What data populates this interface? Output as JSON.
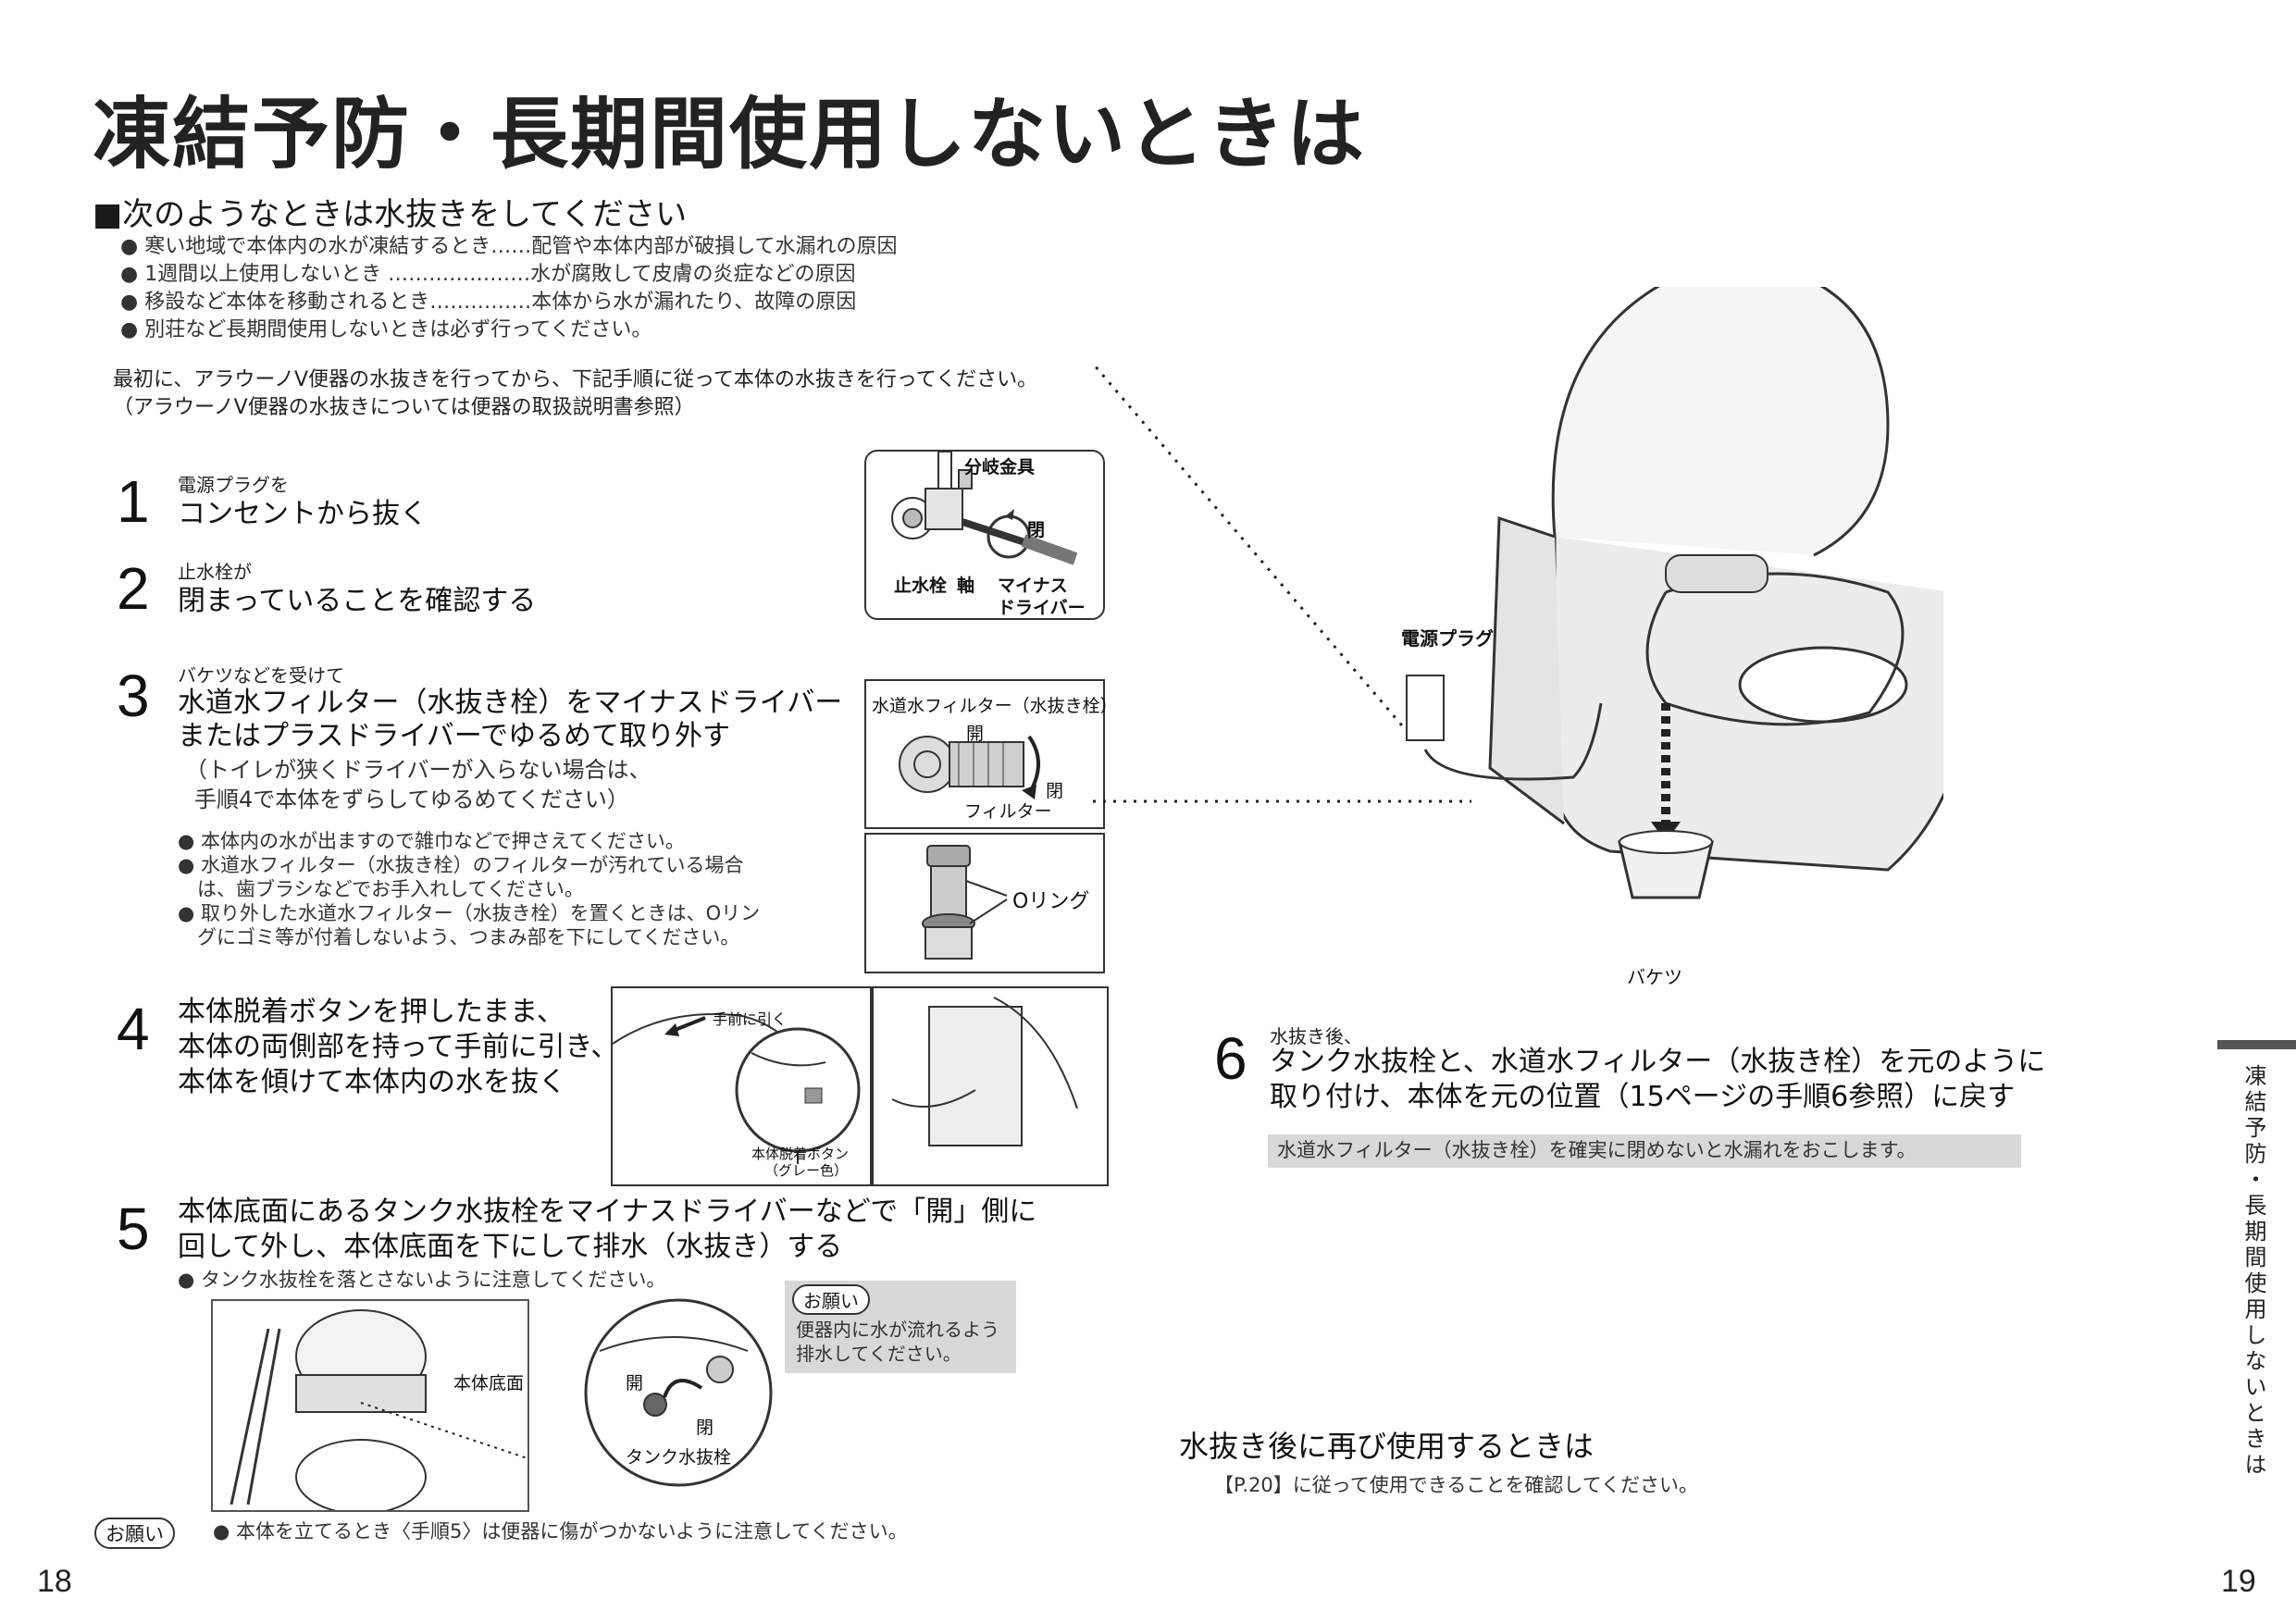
{
  "title": "凍結予防・長期間使用しないときは",
  "section_heading": "■次のようなときは水抜きをしてください",
  "conditions": [
    "● 寒い地域で本体内の水が凍結するとき……配管や本体内部が破損して水漏れの原因",
    "● 1週間以上使用しないとき …………………水が腐敗して皮膚の炎症などの原因",
    "● 移設など本体を移動されるとき……………本体から水が漏れたり、故障の原因",
    "● 別荘など長期間使用しないときは必ず行ってください。"
  ],
  "intro": [
    "最初に、アラウーノV便器の水抜きを行ってから、下記手順に従って本体の水抜きを行ってください。",
    "（アラウーノV便器の水抜きについては便器の取扱説明書参照）"
  ],
  "steps": {
    "s1": {
      "num": "1",
      "small": "電源プラグを",
      "main": "コンセントから抜く"
    },
    "s2": {
      "num": "2",
      "small": "止水栓が",
      "main": "閉まっていることを確認する"
    },
    "s3": {
      "num": "3",
      "small": "バケツなどを受けて",
      "main1": "水道水フィルター（水抜き栓）をマイナスドライバー",
      "main2": "またはプラスドライバーでゆるめて取り外す",
      "paren1": "（トイレが狭くドライバーが入らない場合は、",
      "paren2": "手順4で本体をずらしてゆるめてください）",
      "notes": [
        "● 本体内の水が出ますので雑巾などで押さえてください。",
        "● 水道水フィルター（水抜き栓）のフィルターが汚れている場合",
        "　は、歯ブラシなどでお手入れしてください。",
        "● 取り外した水道水フィルター（水抜き栓）を置くときは、Oリン",
        "　グにゴミ等が付着しないよう、つまみ部を下にしてください。"
      ]
    },
    "s4": {
      "num": "4",
      "main": [
        "本体脱着ボタンを押したまま、",
        "本体の両側部を持って手前に引き、",
        "本体を傾けて本体内の水を抜く"
      ]
    },
    "s5": {
      "num": "5",
      "main1": "本体底面にあるタンク水抜栓をマイナスドライバーなどで「開」側に",
      "main2": "回して外し、本体底面を下にして排水（水抜き）する",
      "note": "● タンク水抜栓を落とさないように注意してください。"
    },
    "s6": {
      "num": "6",
      "small": "水抜き後、",
      "main1": "タンク水抜栓と、水道水フィルター（水抜き栓）を元のように",
      "main2": "取り付け、本体を元の位置（15ページの手順6参照）に戻す",
      "warning": "水道水フィルター（水抜き栓）を確実に閉めないと水漏れをおこします。"
    }
  },
  "labels": {
    "bunki": "分岐金具",
    "close": "閉",
    "open": "開",
    "shisuisen": "止水栓",
    "jiku": "軸",
    "minus1": "マイナス",
    "minus2": "ドライバー",
    "filter_title": "水道水フィルター（水抜き栓）",
    "filter": "フィルター",
    "oring": "Oリング",
    "dengen": "電源プラグ",
    "bucket": "バケツ",
    "temae": "手前に引く",
    "button1": "本体脱着ボタン",
    "button2": "（グレー色）",
    "teimen": "本体底面",
    "tank": "タンク水抜栓"
  },
  "onegai_label": "お願い",
  "onegai_box": [
    "便器内に水が流れるよう",
    "排水してください。"
  ],
  "bottom_note": "● 本体を立てるとき〈手順5〉は便器に傷がつかないように注意してください。",
  "reuse_heading": "水抜き後に再び使用するときは",
  "reuse_text": "【P.20】に従って使用できることを確認してください。",
  "side_tab": "凍結予防・長期間使用しないときは",
  "page_left": "18",
  "page_right": "19"
}
